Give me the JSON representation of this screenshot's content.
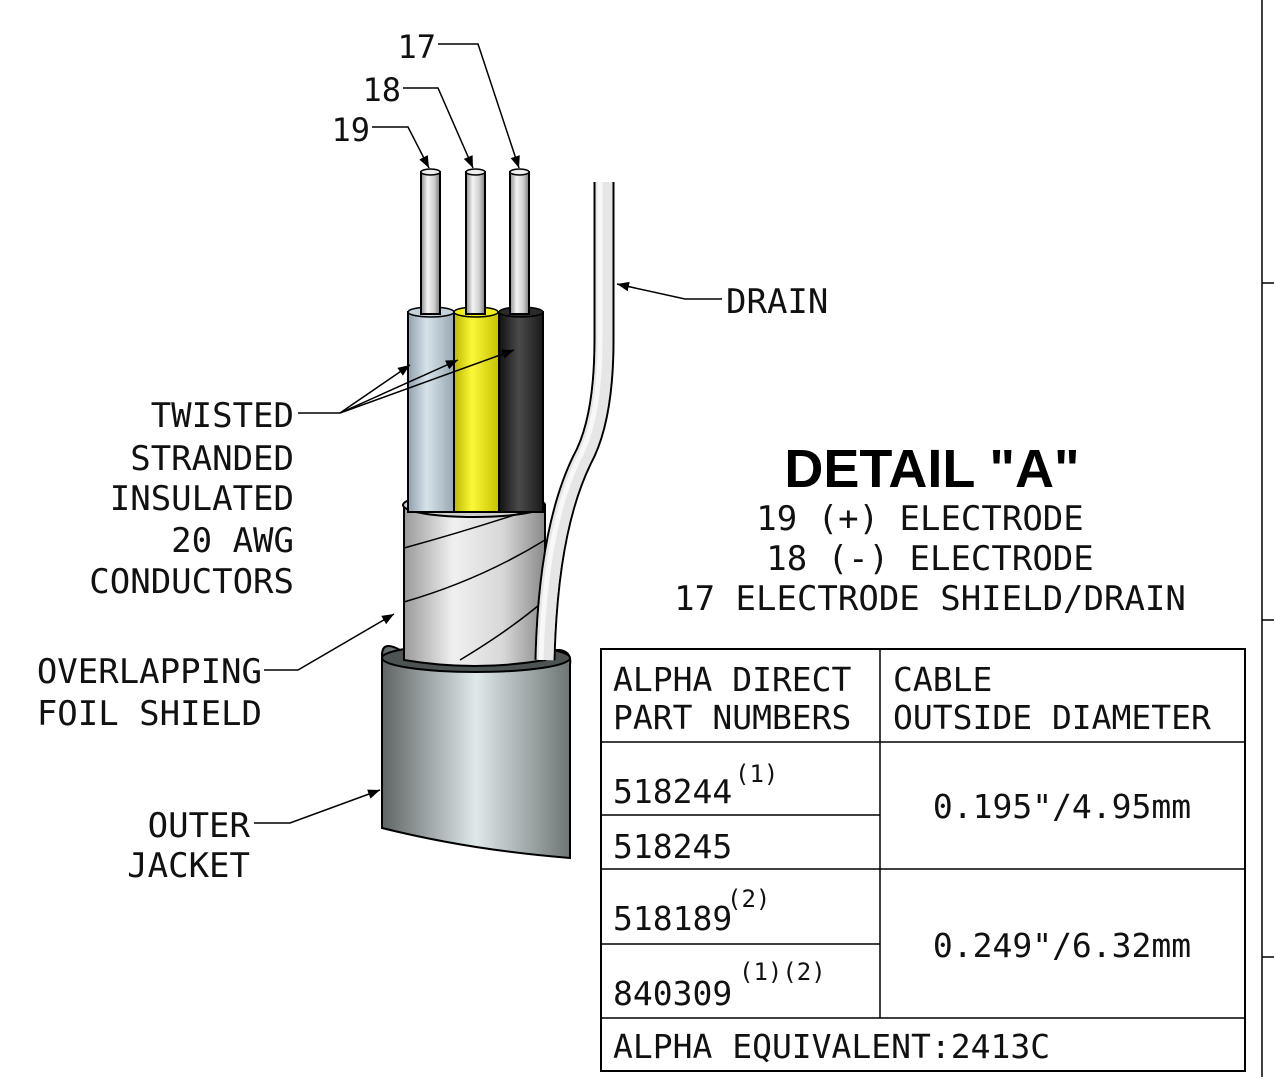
{
  "callouts": {
    "c17": "17",
    "c18": "18",
    "c19": "19",
    "drain": "DRAIN",
    "twisted": [
      "TWISTED",
      "STRANDED",
      "INSULATED",
      "20 AWG",
      "CONDUCTORS"
    ],
    "foil": [
      "OVERLAPPING",
      "FOIL SHIELD"
    ],
    "jacket": [
      "OUTER",
      "JACKET"
    ]
  },
  "detail": {
    "title": "DETAIL \"A\"",
    "lines": [
      "19 (+) ELECTRODE",
      "18 (-) ELECTRODE",
      "17 ELECTRODE SHIELD/DRAIN"
    ]
  },
  "table": {
    "header": {
      "col1": [
        "ALPHA DIRECT",
        "PART NUMBERS"
      ],
      "col2": [
        "CABLE",
        "OUTSIDE DIAMETER"
      ]
    },
    "groups": [
      {
        "parts": [
          {
            "number": "518244",
            "note": "(1)"
          },
          {
            "number": "518245",
            "note": ""
          }
        ],
        "diameter": "0.195\"/4.95mm"
      },
      {
        "parts": [
          {
            "number": "518189",
            "note": "(2)"
          },
          {
            "number": "840309",
            "note": "(1)(2)"
          }
        ],
        "diameter": "0.249\"/6.32mm"
      }
    ],
    "footer": "ALPHA EQUIVALENT:2413C"
  },
  "colors": {
    "conductor_blue": "#c4d2dc",
    "conductor_yellow": "#f2ef14",
    "conductor_black": "#2a2a2a",
    "foil": "#e4e4e4",
    "jacket": "#9aa0a0"
  }
}
